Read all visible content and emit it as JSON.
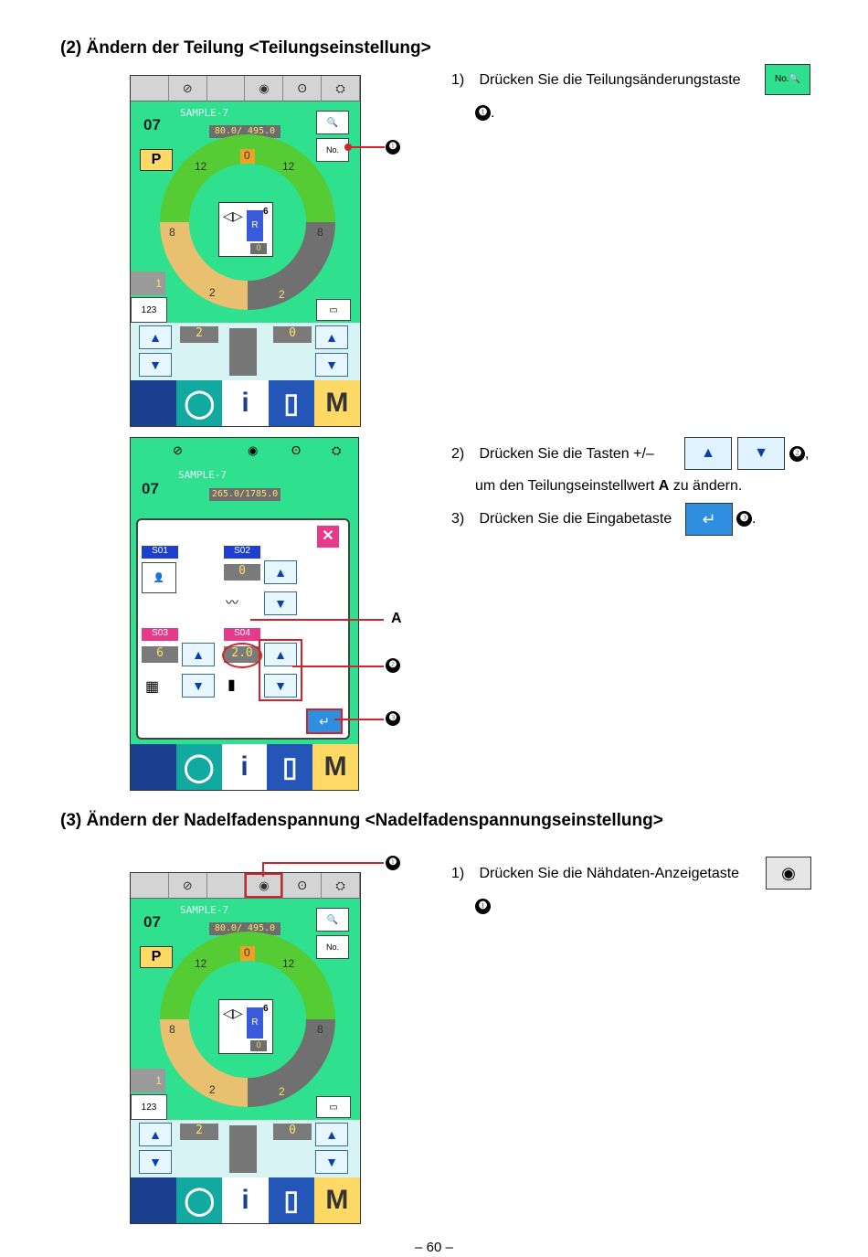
{
  "section2": {
    "heading": "(2) Ändern der Teilung <Teilungseinstellung>",
    "step1_num": "1)",
    "step1_text": "Drücken Sie die Teilungsänderungstaste",
    "step1_ref": "❶",
    "step2_num": "2)",
    "step2_text": "Drücken Sie die Tasten +/–",
    "step2_ref": "❷",
    "step2_text2a": "um den Teilungseinstellwert ",
    "step2_bold": "A",
    "step2_text2b": " zu ändern.",
    "step3_num": "3)",
    "step3_text": "Drücken Sie die Eingabetaste",
    "step3_ref": "❸"
  },
  "section3": {
    "heading": "(3) Ändern der Nadelfadenspannung <Nadelfadenspannungseinstellung>",
    "step1_num": "1)",
    "step1_text": "Drücken Sie die Nähdaten-Anzeigetaste",
    "step1_ref": "❶"
  },
  "screen_main": {
    "pattern_name": "SAMPLE-7",
    "counter": "80.0/ 495.0",
    "pattern_no": "07",
    "p_button": "P",
    "seg_top_left": "12",
    "seg_top_center": "0",
    "seg_top_right": "12",
    "seg_left": "8",
    "seg_right": "8",
    "seg_bottom_left": "2",
    "seg_bottom_right": "2",
    "center_r": "R",
    "center_6": "6",
    "center_0": "0",
    "left_counter": "1",
    "left_value": "2",
    "right_value": "0",
    "bottom_m": "M"
  },
  "screen_dialog": {
    "pattern_name": "SAMPLE-7",
    "counter": "265.0/1785.0",
    "pattern_no": "07",
    "s01": "S01",
    "s02": "S02",
    "s03": "S03",
    "s04": "S04",
    "s02_value": "0",
    "s03_value": "6",
    "s04_value": "2.0",
    "close_label": "✕",
    "bottom_m": "M"
  },
  "callouts": {
    "c1": "❶",
    "c2": "❷",
    "c3": "❸",
    "a": "A"
  },
  "page_number": "– 60 –",
  "colors": {
    "screen_green": "#2fe08f",
    "ring_green": "#55cc33",
    "ring_orange": "#f0a020",
    "ring_tan": "#e8c070",
    "ring_gray": "#707070",
    "callout_red": "#d2232a",
    "nav_blue": "#1a3f8f",
    "m_yellow": "#ffd966"
  }
}
